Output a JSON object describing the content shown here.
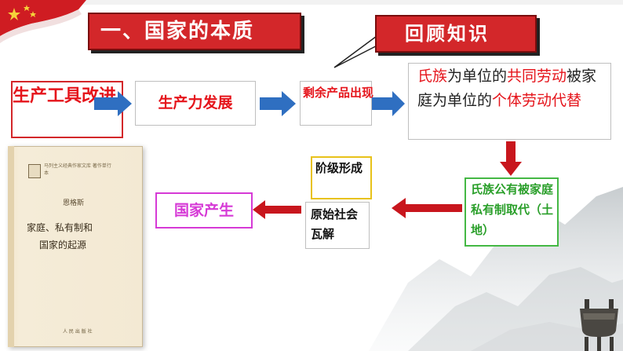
{
  "title": "一、国家的本质",
  "review_label": "回顾知识",
  "flow": {
    "tools_improve": "生产工具改进",
    "productivity": "生产力发展",
    "surplus": "剩余产品出现",
    "family_replace": {
      "p1": "氏族",
      "p2": "为单位的",
      "p3": "共同劳动",
      "p4": "被家庭为单位的",
      "p5": "个体劳",
      "p6": "动代替"
    },
    "ownership": "氏族公有被家庭私有制取代（土地）",
    "class_form": "阶级形成",
    "society_collapse": "原始社会瓦解",
    "state_emerge": "国家产生"
  },
  "book": {
    "author": "恩格斯",
    "title_line1": "家庭、私有制和",
    "title_line2": "国家的起源",
    "series": "马列主义经典作家文库 著作单行本",
    "publisher": "人 民 出 版 社"
  },
  "colors": {
    "banner_red": "#d3272a",
    "text_red": "#e5141b",
    "arrow_blue": "#2f6fc1",
    "arrow_red": "#c8161d",
    "green": "#2a9f2a",
    "magenta": "#d63ad6",
    "yellow": "#e8c21a"
  }
}
